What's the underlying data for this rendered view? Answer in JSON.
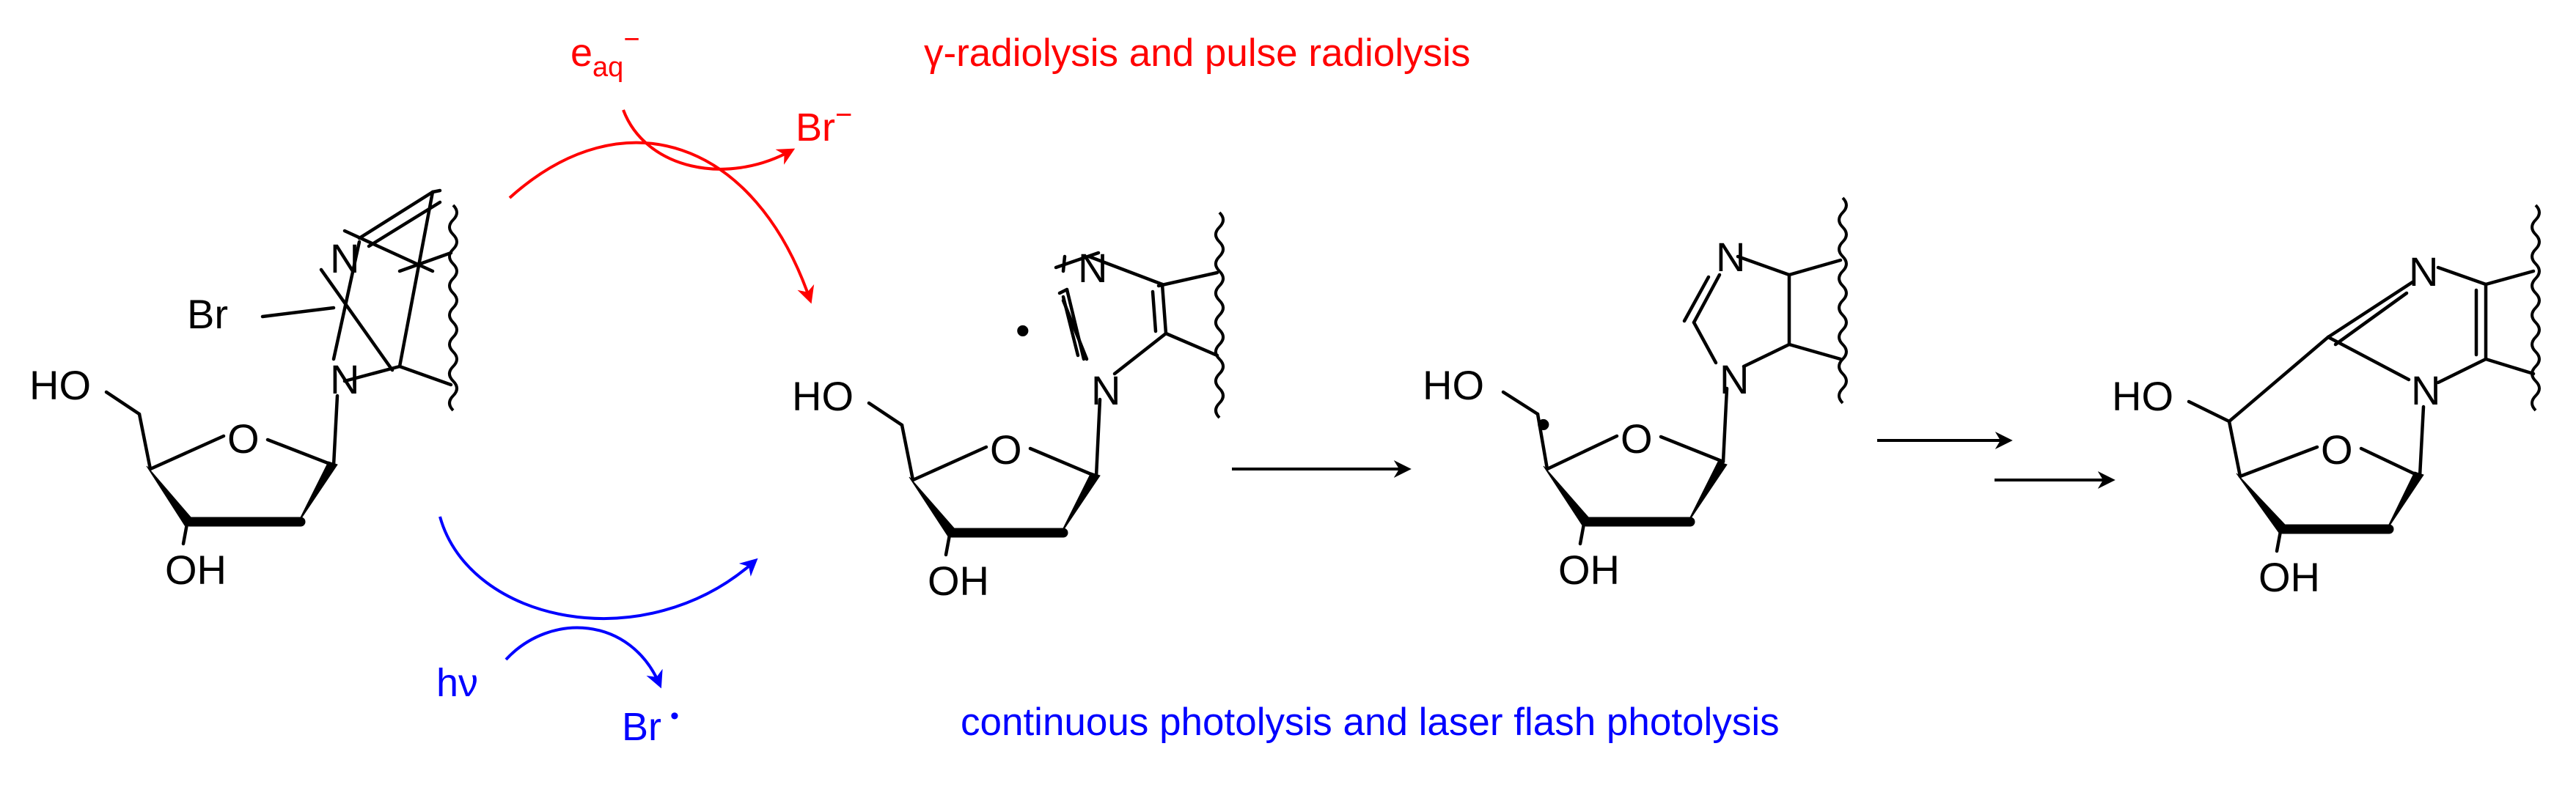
{
  "conditions": {
    "radiolysis": "γ-radiolysis and pulse radiolysis",
    "photolysis": "continuous photolysis and laser flash photolysis"
  },
  "reagents": {
    "electron_main": "e",
    "electron_sub": "aq",
    "electron_sup": "−",
    "bromide": "Br",
    "bromide_charge": "−",
    "light": "hν",
    "bromine_radical": "Br",
    "radical_dot": "•"
  },
  "atoms": {
    "br": "Br",
    "n": "N",
    "o": "O",
    "ho": "HO",
    "oh": "OH",
    "radical": "•"
  },
  "colors": {
    "radiolysis": "#ff0000",
    "photolysis": "#0000ff",
    "structure": "#000000"
  }
}
